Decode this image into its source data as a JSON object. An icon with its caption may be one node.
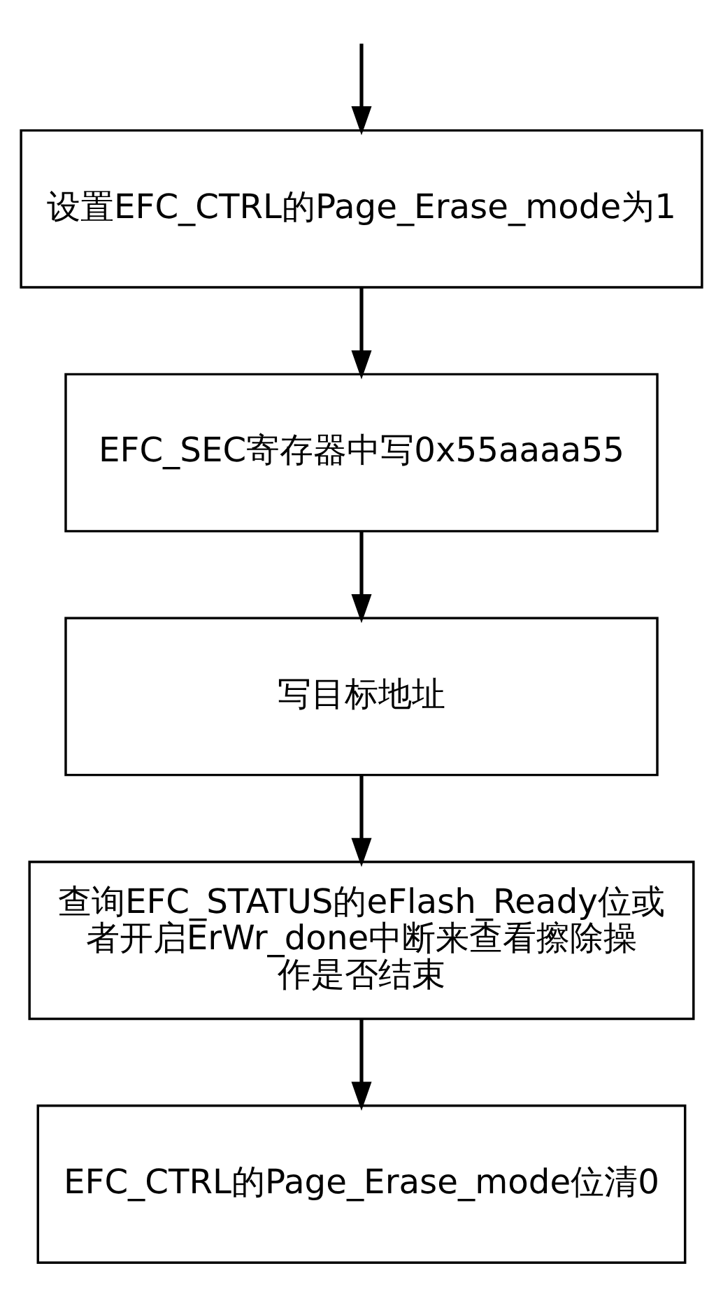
{
  "diagram": {
    "nodes": [
      {
        "text": [
          "设置EFC_CTRL的Page_Erase_mode为1"
        ]
      },
      {
        "text": [
          "EFC_SEC寄存器中写0x55aaaa55"
        ]
      },
      {
        "text": [
          "写目标地址"
        ]
      },
      {
        "text": [
          "查询EFC_STATUS的eFlash_Ready位或者开启ErWr_done中断来查看擦除操作是否结束"
        ]
      },
      {
        "text": [
          "EFC_CTRL的Page_Erase_mode位清0"
        ]
      }
    ],
    "edges": [
      {
        "from": null,
        "to": 0,
        "arrow": "to"
      },
      {
        "from": 0,
        "to": 1,
        "arrow": "to"
      },
      {
        "from": 1,
        "to": 2,
        "arrow": "to"
      },
      {
        "from": 2,
        "to": 3,
        "arrow": "to"
      },
      {
        "from": 3,
        "to": 4,
        "arrow": "to"
      }
    ]
  }
}
